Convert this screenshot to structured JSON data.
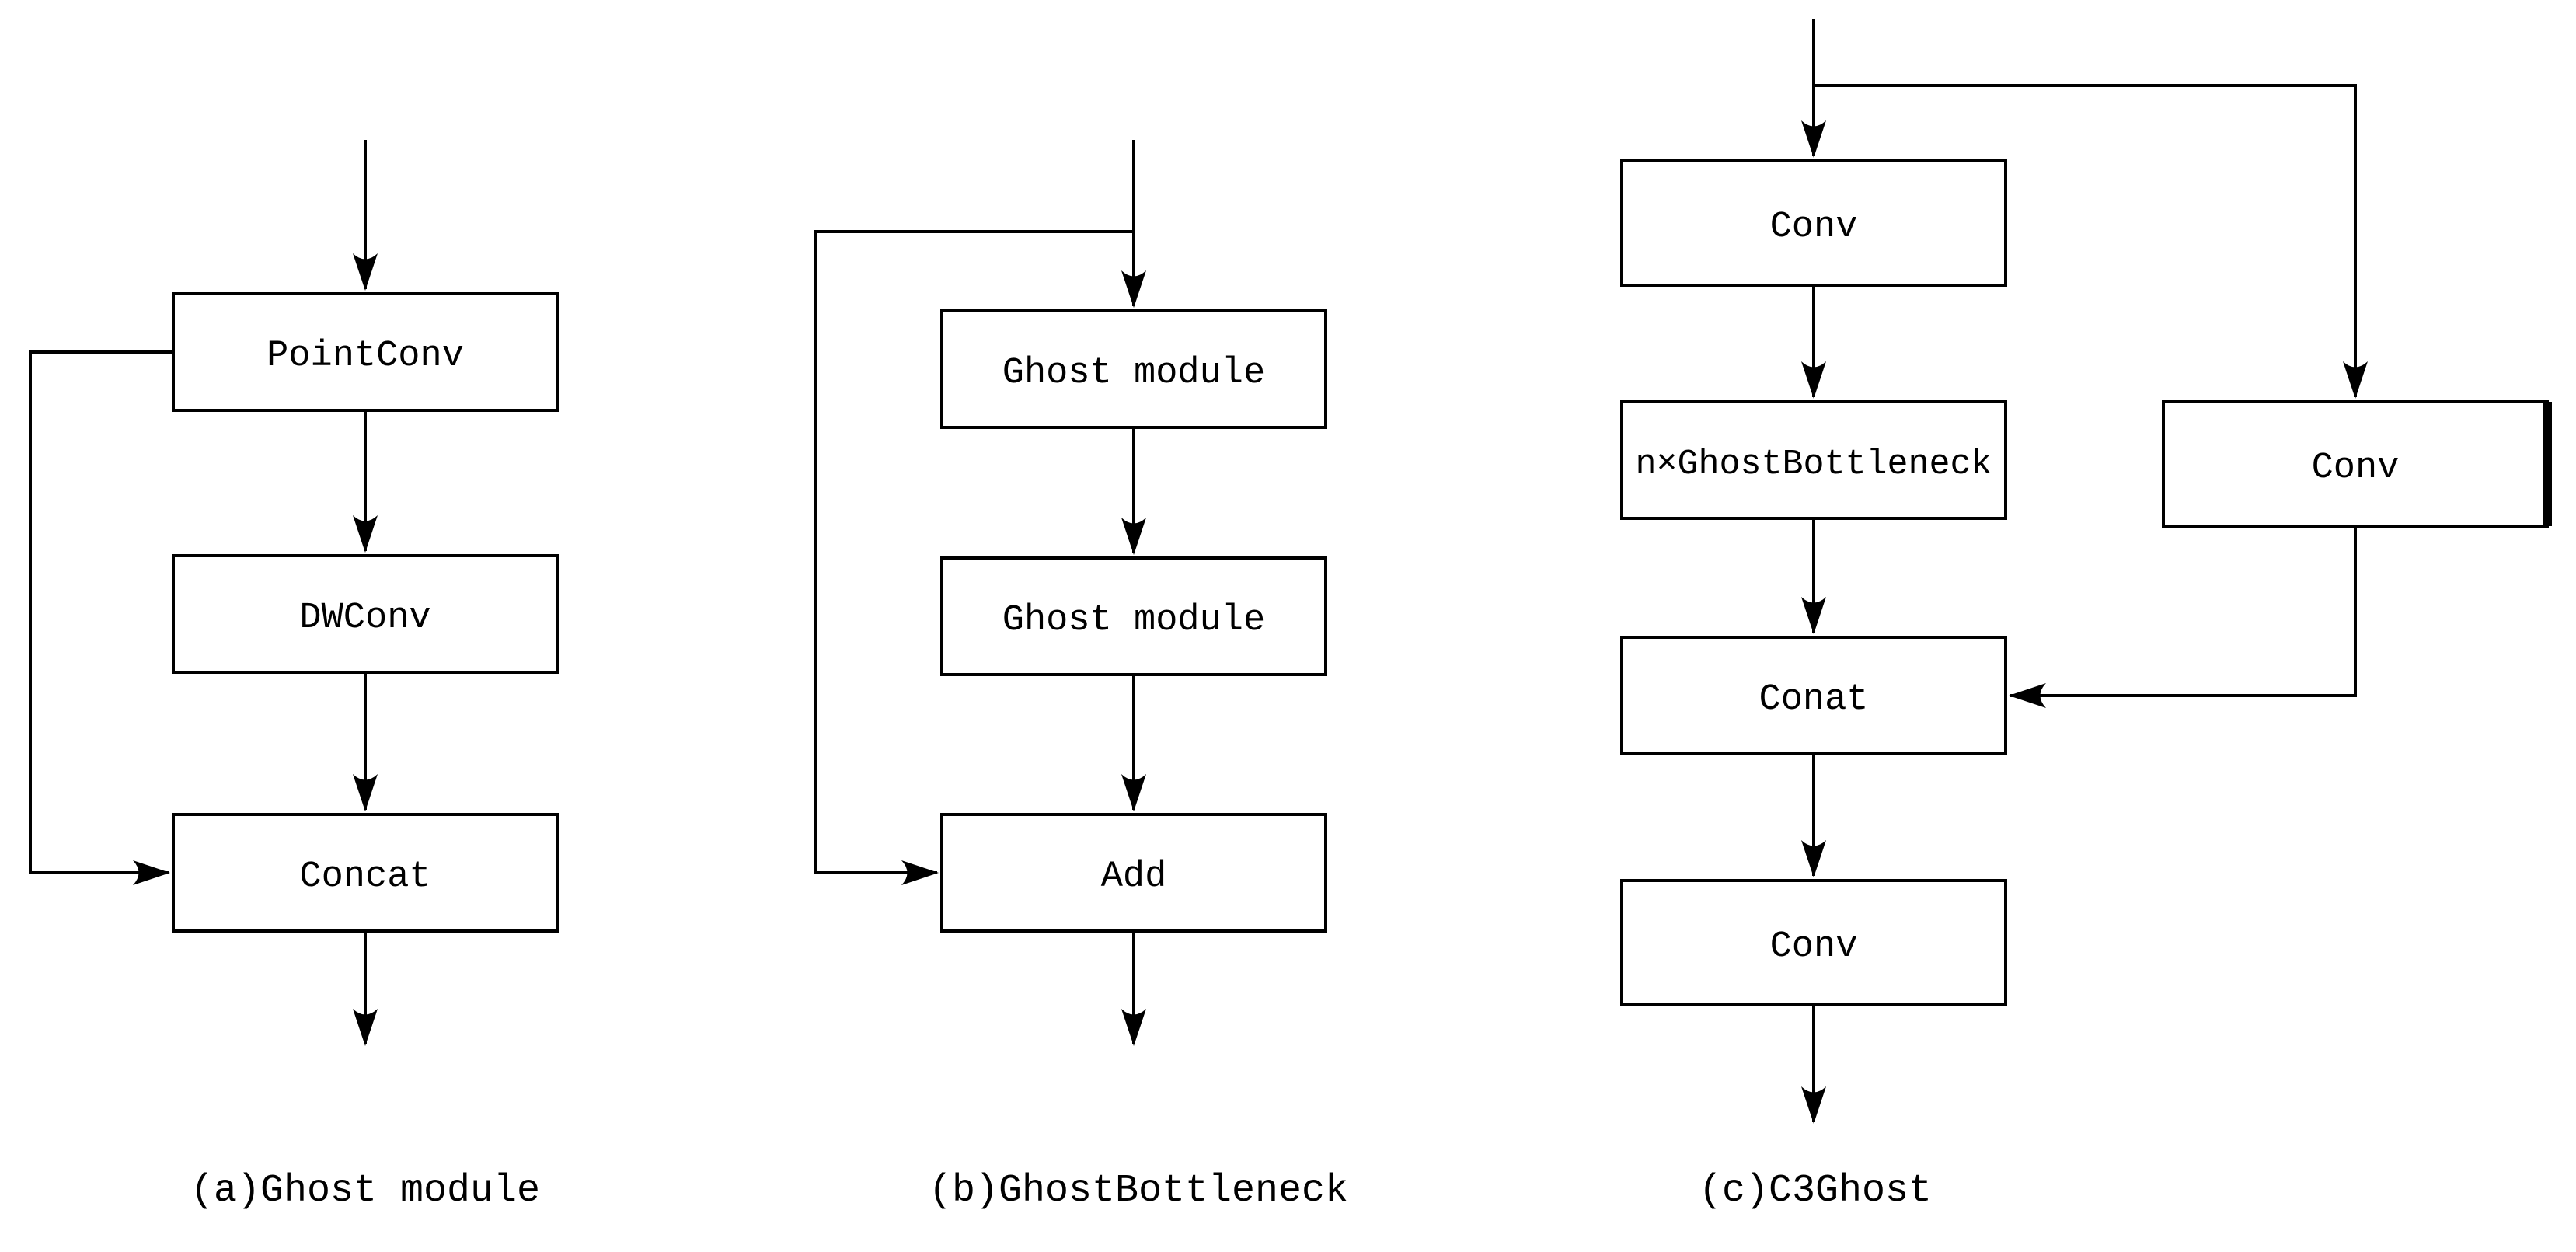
{
  "figure": {
    "colors": {
      "background": "#ffffff",
      "line": "#000000",
      "text": "#000000",
      "box_fill": "#ffffff"
    },
    "diagram_a": {
      "caption": "(a)Ghost module",
      "nodes": {
        "box1": "PointConv",
        "box2": "DWConv",
        "box3": "Concat"
      }
    },
    "diagram_b": {
      "caption": "(b)GhostBottleneck",
      "nodes": {
        "box1": "Ghost module",
        "box2": "Ghost module",
        "box3": "Add"
      }
    },
    "diagram_c": {
      "caption": "(c)C3Ghost",
      "nodes": {
        "box1": "Conv",
        "box2": "n×GhostBottleneck",
        "box3": "Conat",
        "box4": "Conv",
        "box_right": "Conv"
      }
    }
  }
}
